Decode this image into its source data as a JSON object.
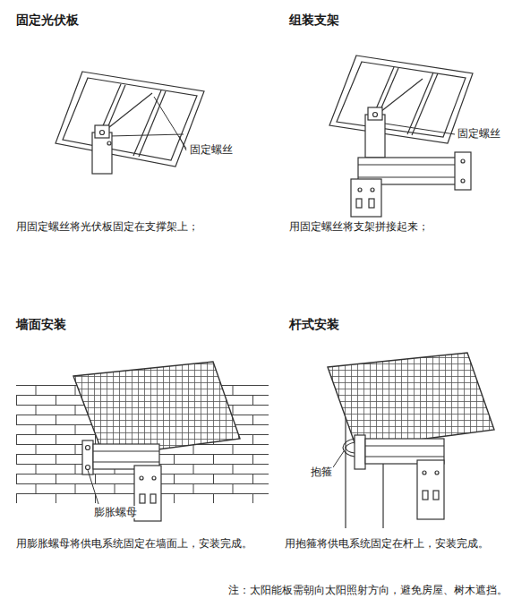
{
  "diagram": {
    "labels": [
      "固定光伏板",
      "组装支架",
      "固定螺丝",
      "固定螺丝",
      "用固定螺丝将光伏板固定在支撑架上；",
      "用固定螺丝将支架拼接起来；",
      "墙面安装",
      "杆式安装",
      "膨胀螺母",
      "抱箍",
      "用膨胀螺母将供电系统固定在墙面上，安装完成。",
      "用抱箍将供电系统固定在杆上，安装完成。",
      "注：太阳能板需朝向太阳照射方向，避免房屋、树木遮挡。"
    ]
  }
}
